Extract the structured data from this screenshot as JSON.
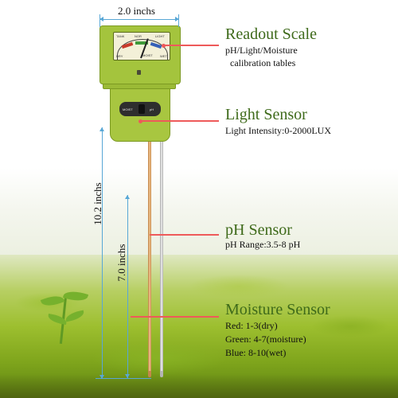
{
  "dimensions": {
    "width": "2.0 inchs",
    "total_length": "10.2 inchs",
    "probe_length": "7.0 inchs"
  },
  "callouts": {
    "readout": {
      "title": "Readout Scale",
      "lines": [
        "pH/Light/Moisture",
        "calibration tables"
      ]
    },
    "light": {
      "title": "Light Sensor",
      "lines": [
        "Light Intensity:0-2000LUX"
      ]
    },
    "ph": {
      "title": "pH Sensor",
      "lines": [
        "pH Range:3.5-8 pH"
      ]
    },
    "moisture": {
      "title": "Moisture Sensor",
      "lines": [
        "Red: 1-3(dry)",
        "Green: 4-7(moisture)",
        "Blue: 8-10(wet)"
      ]
    }
  },
  "device": {
    "dial_labels": [
      "TANK",
      "NOR",
      "MOIST",
      "LIGHT",
      "DRY",
      "WET"
    ],
    "switch_labels": [
      "MOIST",
      "pH"
    ]
  },
  "colors": {
    "callout_line": "#ee5a5a",
    "title_green": "#3e6a1a",
    "dimension_blue": "#58a7d6",
    "device_green": "#a4c43d"
  }
}
